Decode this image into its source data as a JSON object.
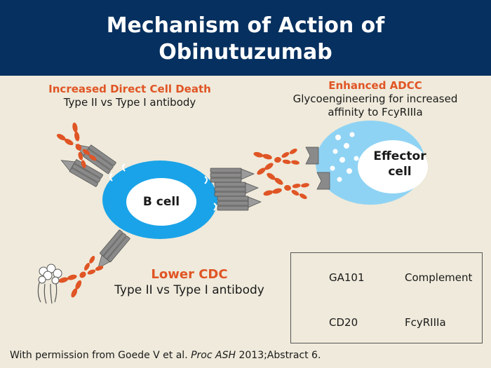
{
  "title": "Mechanism of Action of Obinutuzumab",
  "callouts": {
    "direct_cell_death": {
      "heading": "Increased Direct Cell Death",
      "text": "Type II vs Type I antibody"
    },
    "adcc": {
      "heading": "Enhanced ADCC",
      "text_line1": "Glycoengineering for increased",
      "text_line2": "affinity to FcyRIIIa"
    },
    "cdc": {
      "heading": "Lower CDC",
      "text": "Type II vs Type I antibody"
    }
  },
  "cells": {
    "b_cell": "B cell",
    "effector_line1": "Effector",
    "effector_line2": "cell"
  },
  "legend": {
    "ga101": "GA101",
    "complement": "Complement",
    "cd20": "CD20",
    "fcyriiia": "FcyRIIIa"
  },
  "footer": {
    "prefix": "With permission from Goede V et al. ",
    "journal": "Proc ASH",
    "suffix": " 2013;Abstract 6."
  },
  "colors": {
    "title_bg": "#06305f",
    "background": "#efeadb",
    "accent": "#e05525",
    "cell_blue": "#1aa3e8",
    "effector_blue": "#8fd3f4",
    "receptor_gray": "#8a8a8a"
  }
}
